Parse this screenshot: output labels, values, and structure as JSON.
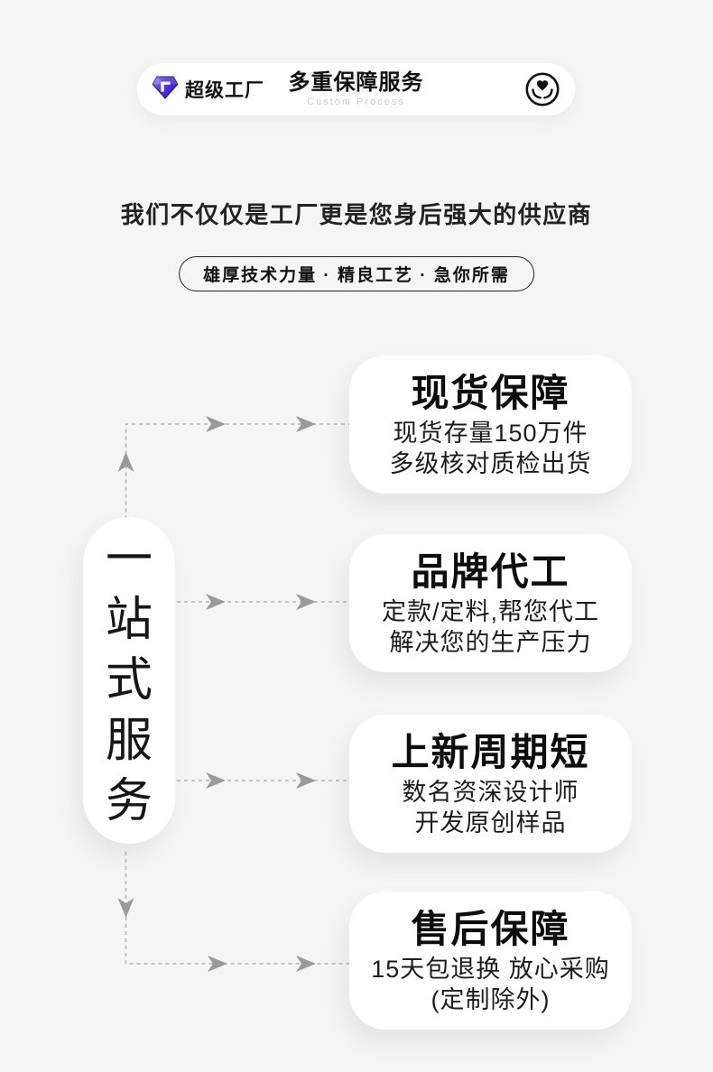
{
  "header": {
    "brand": {
      "name": "超级工厂"
    },
    "title": "多重保障服务",
    "subtitle": "Custom Process",
    "watermark_icon": "snowflake-watermark"
  },
  "intro": {
    "heading": "我们不仅仅是工厂更是您身后强大的供应商",
    "tagline": "雄厚技术力量 · 精良工艺 · 急你所需"
  },
  "service_pill": {
    "label": "一站式服务"
  },
  "cards": [
    {
      "title": "现货保障",
      "lines": [
        "现货存量150万件",
        "多级核对质检出货"
      ]
    },
    {
      "title": "品牌代工",
      "lines": [
        "定款/定料,帮您代工",
        "解决您的生产压力"
      ]
    },
    {
      "title": "上新周期短",
      "lines": [
        "数名资深设计师",
        "开发原创样品"
      ]
    },
    {
      "title": "售后保障",
      "lines": [
        "15天包退换 放心采购",
        "(定制除外)"
      ]
    }
  ],
  "colors": {
    "page_background": "#f5f5f6",
    "card_background": "#ffffff",
    "text": "#1a1a1a",
    "connector_line": "#b3b3b3",
    "connector_arrow": "#9a9a9a",
    "logo_purple_light": "#8f7bfa",
    "logo_purple_dark": "#2a18b8"
  }
}
